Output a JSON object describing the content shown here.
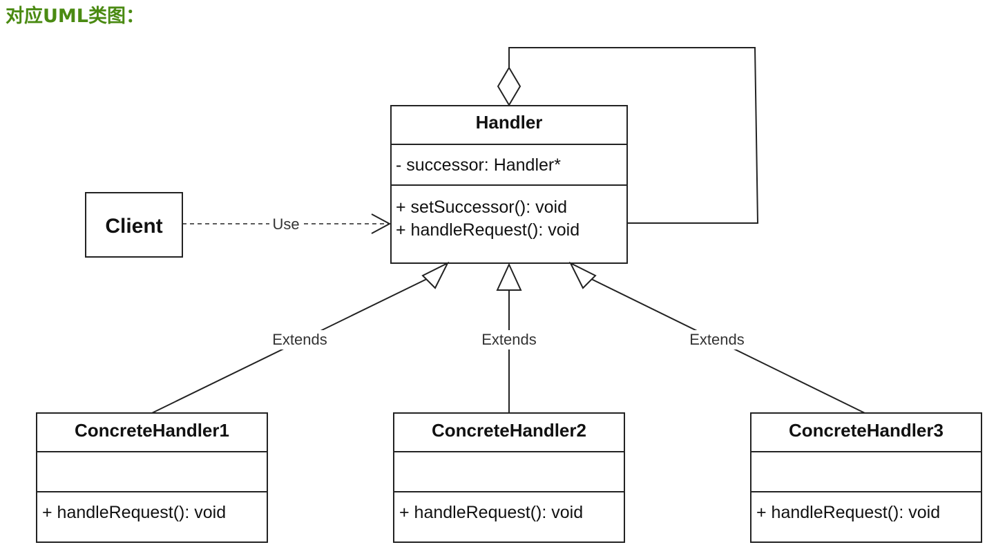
{
  "heading": "对应UML类图：",
  "handler": {
    "name": "Handler",
    "attribute": "- successor: Handler*",
    "methods": [
      "+ setSuccessor(): void",
      "+ handleRequest(): void"
    ]
  },
  "client": {
    "name": "Client"
  },
  "use_label": "Use",
  "extends_label": "Extends",
  "concrete_handlers": [
    {
      "name": "ConcreteHandler1",
      "method": "+ handleRequest(): void"
    },
    {
      "name": "ConcreteHandler2",
      "method": "+ handleRequest(): void"
    },
    {
      "name": "ConcreteHandler3",
      "method": "+ handleRequest(): void"
    }
  ],
  "colors": {
    "heading": "#4a8a12",
    "line": "#222222"
  }
}
